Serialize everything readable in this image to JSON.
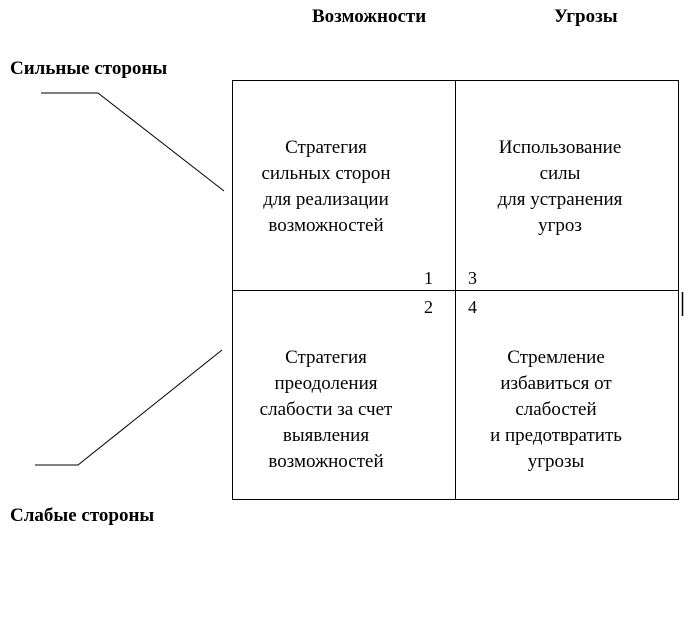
{
  "headers": {
    "col1": "Возможности",
    "col2": "Угрозы",
    "row1": "Сильные стороны",
    "row2": "Слабые стороны"
  },
  "quadrants": {
    "q1": {
      "number": "1",
      "text": "Стратегия\nсильных сторон\nдля реализации\nвозможностей"
    },
    "q2": {
      "number": "2",
      "text": "Стратегия\nпреодоления\nслабости за счет\nвыявления\nвозможностей"
    },
    "q3": {
      "number": "3",
      "text": "Использование\nсилы\nдля  устранения\nугроз"
    },
    "q4": {
      "number": "4",
      "text": "Стремление\nизбавиться от\nслабостей\nи предотвратить\nугрозы"
    }
  }
}
